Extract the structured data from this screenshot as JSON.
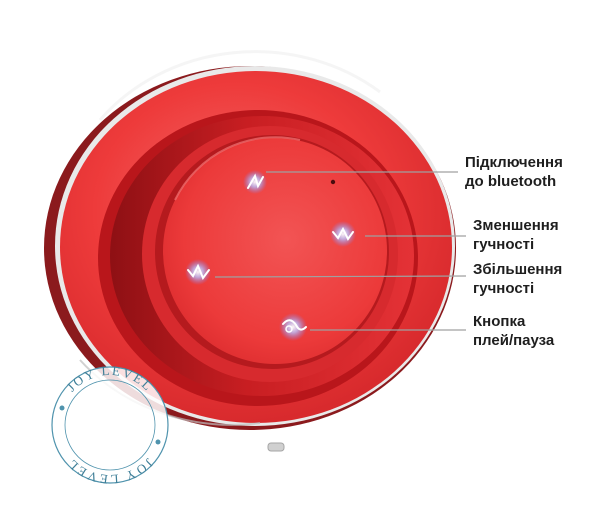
{
  "callouts": {
    "bluetooth": {
      "line1": "Підключення",
      "line2": "до bluetooth"
    },
    "volume_down": {
      "line1": "Зменшення",
      "line2": "гучності"
    },
    "volume_up": {
      "line1": "Збільшення",
      "line2": "гучності"
    },
    "play_pause": {
      "line1": "Кнопка",
      "line2": "плей/пауза"
    }
  },
  "watermark": {
    "text": "JOY LEVEL"
  },
  "colors": {
    "speaker_red": "#ee3b3b",
    "speaker_dark_red": "#c81e22",
    "rim_silver": "#cfcfcf",
    "glow_blue": "#7b8cff",
    "leader_line": "#a0a0a0",
    "watermark": "#3f7f98"
  },
  "icons": {
    "bluetooth": "bluetooth-icon",
    "volume_down": "volume-down-icon",
    "volume_up": "volume-up-icon",
    "play_pause": "play-pause-icon"
  }
}
